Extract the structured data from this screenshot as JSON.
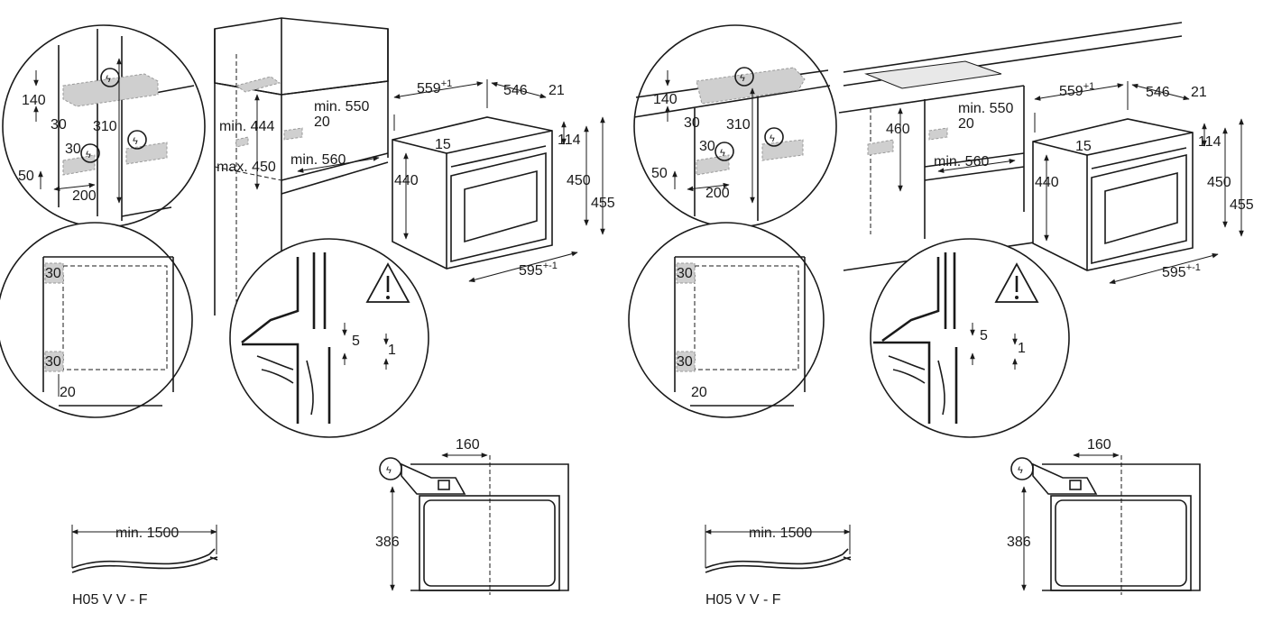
{
  "left": {
    "dims": {
      "d140": "140",
      "d30a": "30",
      "d310": "310",
      "d30b": "30",
      "d50": "50",
      "d200": "200",
      "d30c": "30",
      "d30d": "30",
      "d20": "20",
      "min444": "min. 444",
      "max450": "max. 450",
      "min550": "min. 550",
      "d20b": "20",
      "min560": "min. 560",
      "d559": "559",
      "d559sup": "+1",
      "d546": "546",
      "d21": "21",
      "d15": "15",
      "d114": "114",
      "d440": "440",
      "d450": "450",
      "d455": "455",
      "d595": "595",
      "d595sup": "+-1",
      "d5": "5",
      "d1": "1",
      "d160": "160",
      "d386": "386",
      "min1500": "min. 1500"
    },
    "cable_label": "H05 V V - F"
  },
  "right": {
    "dims": {
      "d140": "140",
      "d30a": "30",
      "d310": "310",
      "d30b": "30",
      "d50": "50",
      "d200": "200",
      "d30c": "30",
      "d30d": "30",
      "d20": "20",
      "d460": "460",
      "min550": "min. 550",
      "d20b": "20",
      "min560": "min. 560",
      "d559": "559",
      "d559sup": "+1",
      "d546": "546",
      "d21": "21",
      "d15": "15",
      "d114": "114",
      "d440": "440",
      "d450": "450",
      "d455": "455",
      "d595": "595",
      "d595sup": "+-1",
      "d5": "5",
      "d1": "1",
      "d160": "160",
      "d386": "386",
      "min1500": "min. 1500"
    },
    "cable_label": "H05 V V - F"
  },
  "icons": [
    "electric-symbol-icon",
    "warning-triangle-icon"
  ]
}
